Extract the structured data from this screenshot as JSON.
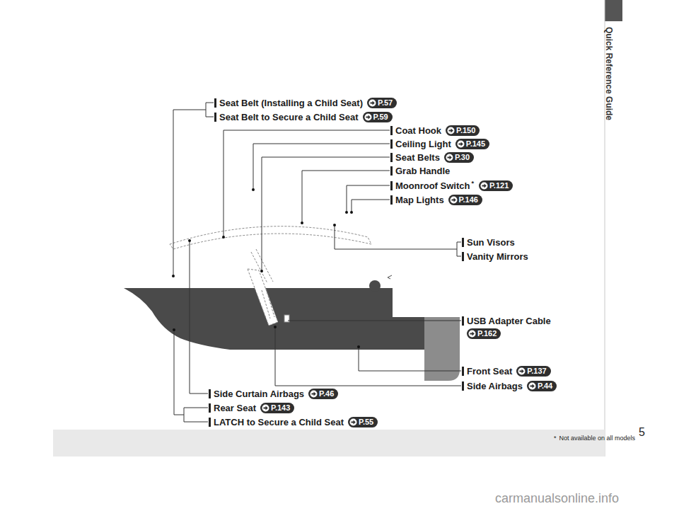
{
  "diagram": {
    "labels": [
      "Seat Belt (Installing a Child Seat)",
      "P.57",
      "Seat Belt to Secure a Child Seat",
      "P.59",
      "Coat Hook",
      "P.150",
      "Ceiling Light",
      "P.145",
      "Seat Belts",
      "P.30",
      "Grab Handle",
      "Moonroof Switch",
      "*",
      "P.121",
      "Map Lights",
      "P.146",
      "Sun Visors",
      "Vanity Mirrors",
      "USB Adapter Cable",
      "P.162",
      "Front Seat",
      "P.137",
      "Side Airbags",
      "P.44",
      "Side Curtain Airbags",
      "P.46",
      "Rear Seat",
      "P.143",
      "LATCH to Secure a Child Seat",
      "P.55",
      "Quick Reference Guide",
      "5",
      "*",
      "Not available on all models",
      "carmanualsonline.info"
    ]
  }
}
